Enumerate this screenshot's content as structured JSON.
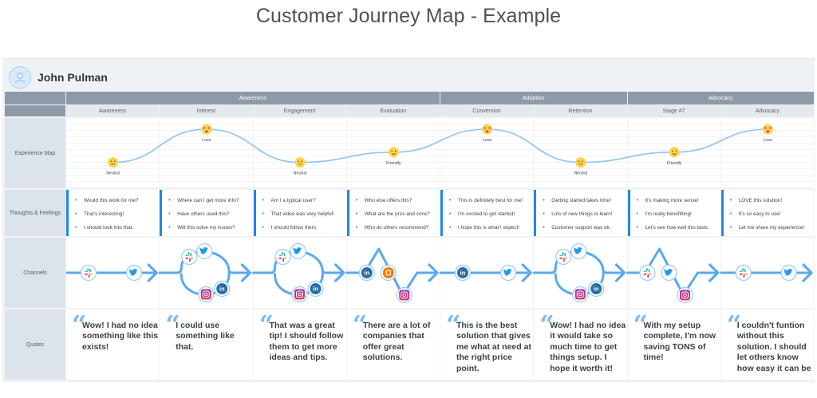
{
  "title": "Customer Journey Map - Example",
  "persona": {
    "name": "John Pulman",
    "icon": "user-avatar-icon"
  },
  "colors": {
    "accent": "#1e88e5",
    "curve": "#90c3f4",
    "flow": "#5aa9f0",
    "header": "#8e9aa8",
    "emoji": "#fcd34d"
  },
  "phases": [
    {
      "label": "Awareness",
      "span": 4
    },
    {
      "label": "Adoption",
      "span": 2
    },
    {
      "label": "Advocacy",
      "span": 2
    }
  ],
  "stages": [
    "Awareness",
    "Interest",
    "Engagement",
    "Evaluation",
    "Conversion",
    "Retention",
    "Stage #7",
    "Advocacy"
  ],
  "row_labels": {
    "experience": "Experience Map",
    "thoughts": "Thoughts & Feelings",
    "channels": "Channels",
    "quotes": "Quotes"
  },
  "experience": [
    {
      "emotion": "Neutral",
      "icon": "neutral-face-icon",
      "level": 0.35
    },
    {
      "emotion": "Love",
      "icon": "heart-eyes-face-icon",
      "level": 1.0
    },
    {
      "emotion": "Neutral",
      "icon": "neutral-face-icon",
      "level": 0.35
    },
    {
      "emotion": "Friendly",
      "icon": "smiling-face-icon",
      "level": 0.55
    },
    {
      "emotion": "Love",
      "icon": "heart-eyes-face-icon",
      "level": 1.0
    },
    {
      "emotion": "Neutral",
      "icon": "neutral-face-icon",
      "level": 0.35
    },
    {
      "emotion": "Friendly",
      "icon": "smiling-face-icon",
      "level": 0.55
    },
    {
      "emotion": "Love",
      "icon": "heart-eyes-face-icon",
      "level": 1.0
    }
  ],
  "thoughts": [
    [
      "Would this work for me?",
      "That's interesting!",
      "I should look into that."
    ],
    [
      "Where can I get more info?",
      "Have others used this?",
      "Will this solve my issues?"
    ],
    [
      "Am I a typical user?",
      "That video was very helpful!",
      "I should follow them."
    ],
    [
      "Who else offers this?",
      "What are the pros and cons?",
      "Who do others recommend?"
    ],
    [
      "This is definitely best for me!",
      "I'm excited to get started!",
      "I hope this is what I expect!"
    ],
    [
      "Getting started takes time!",
      "Lots of new things to learn!",
      "Customer support was ok."
    ],
    [
      "It's making more sense!",
      "I'm really benefitting!",
      "Let's see how well this lasts."
    ],
    [
      "LOVE this solution!",
      "It's so easy to use!",
      "Let me share my experience!"
    ]
  ],
  "channels": [
    {
      "shape": "straight",
      "icons": [
        "slack",
        "twitter"
      ]
    },
    {
      "shape": "loop",
      "icons": [
        "slack",
        "twitter",
        "instagram",
        "linkedin"
      ]
    },
    {
      "shape": "loop",
      "icons": [
        "slack",
        "twitter",
        "instagram",
        "linkedin"
      ]
    },
    {
      "shape": "zigzag",
      "icons": [
        "linkedin",
        "blogger",
        "instagram"
      ]
    },
    {
      "shape": "straight",
      "icons": [
        "linkedin",
        "twitter"
      ]
    },
    {
      "shape": "loop",
      "icons": [
        "slack",
        "twitter",
        "instagram",
        "linkedin"
      ]
    },
    {
      "shape": "zigzag",
      "icons": [
        "slack",
        "twitter",
        "instagram"
      ]
    },
    {
      "shape": "straight",
      "icons": [
        "slack",
        "twitter"
      ]
    }
  ],
  "quotes": [
    "Wow! I had no idea something like this exists!",
    "I could use something like that.",
    "That was a great tip! I should follow them to get more ideas and tips.",
    "There are a lot of companies that offer great solutions.",
    "This is the best solution that gives me what at need at the right price point.",
    "Wow! I had no idea it would take so much time to get things setup. I hope it worth it!",
    "With my setup complete, I'm now saving TONS of time!",
    "I couldn't funtion without this solution. I should let others know how easy it can be"
  ],
  "quote_mark": "“"
}
